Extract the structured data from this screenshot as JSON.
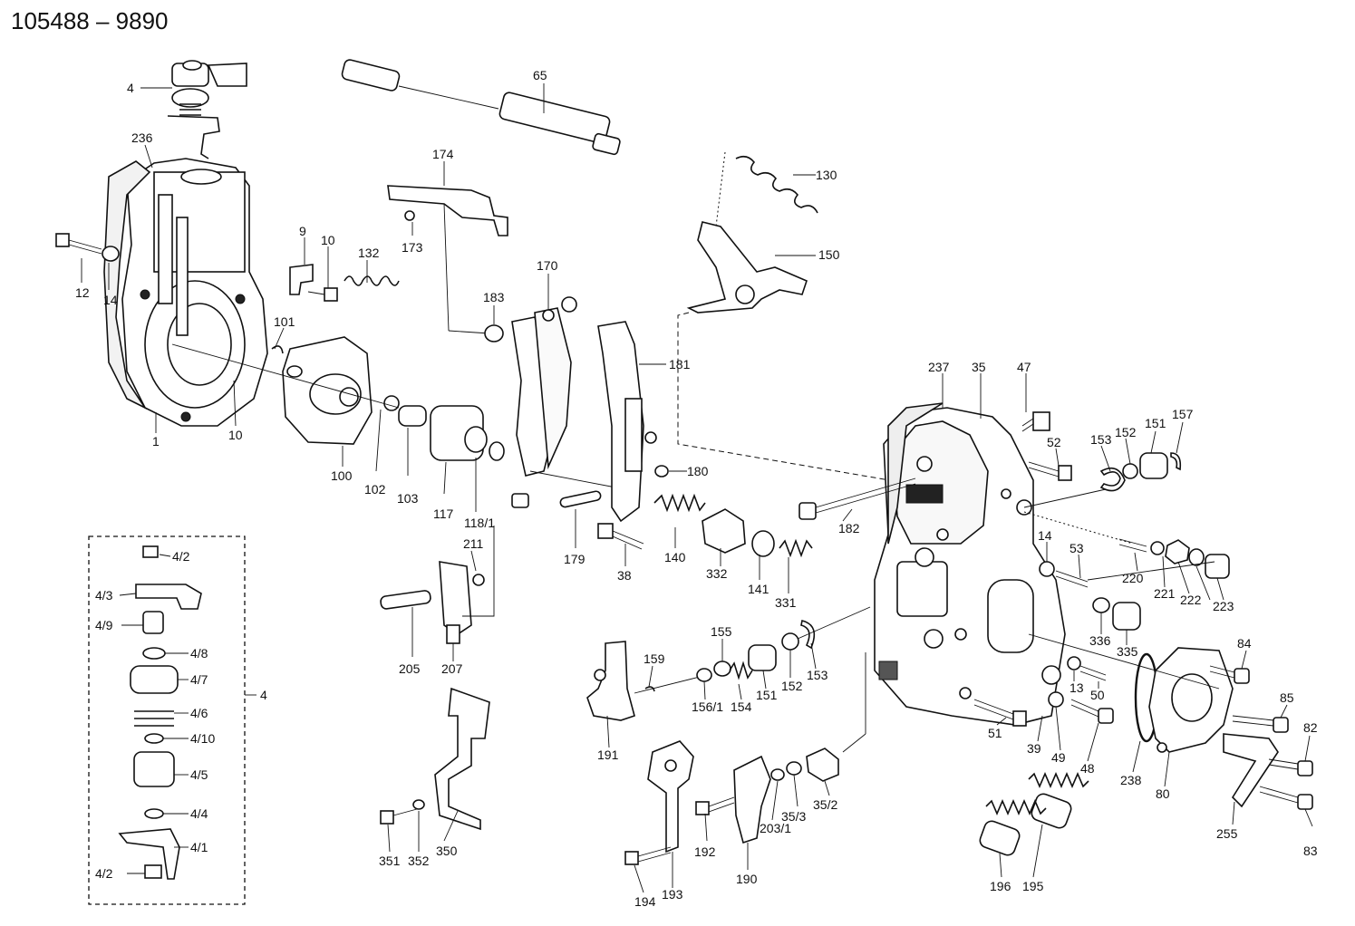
{
  "title": "105488 – 9890",
  "labels": {
    "p4": "4",
    "p236": "236",
    "p12": "12",
    "p14a": "14",
    "p1": "1",
    "p9": "9",
    "p10a": "10",
    "p10b": "10",
    "p132": "132",
    "p101": "101",
    "p100": "100",
    "p102": "102",
    "p103": "103",
    "p117": "117",
    "p118_1": "118/1",
    "p65": "65",
    "p174": "174",
    "p173": "173",
    "p183": "183",
    "p170": "170",
    "p130": "130",
    "p150": "150",
    "p181": "181",
    "p180": "180",
    "p179": "179",
    "p38": "38",
    "p140": "140",
    "p332": "332",
    "p141": "141",
    "p331": "331",
    "p211": "211",
    "p205": "205",
    "p207": "207",
    "p237": "237",
    "p35": "35",
    "p47": "47",
    "p52": "52",
    "p153a": "153",
    "p152a": "152",
    "p151a": "151",
    "p157": "157",
    "p182": "182",
    "p14b": "14",
    "p53": "53",
    "p220": "220",
    "p221": "221",
    "p222": "222",
    "p223": "223",
    "p336": "336",
    "p335": "335",
    "p155": "155",
    "p159": "159",
    "p156_1": "156/1",
    "p154": "154",
    "p151b": "151",
    "p152b": "152",
    "p153b": "153",
    "p191": "191",
    "p84": "84",
    "p13": "13",
    "p50": "50",
    "p85": "85",
    "p82": "82",
    "p51": "51",
    "p39": "39",
    "p49": "49",
    "p48": "48",
    "p238": "238",
    "p80": "80",
    "p255": "255",
    "p83": "83",
    "p35_2": "35/2",
    "p35_3": "35/3",
    "p203_1": "203/1",
    "p192": "192",
    "p190": "190",
    "p193": "193",
    "p194": "194",
    "p196": "196",
    "p195": "195",
    "p351": "351",
    "p352": "352",
    "p350": "350",
    "i4_2a": "4/2",
    "i4_3": "4/3",
    "i4_9": "4/9",
    "i4_8": "4/8",
    "i4_7": "4/7",
    "i4_6": "4/6",
    "i4_10": "4/10",
    "i4_5": "4/5",
    "i4_4": "4/4",
    "i4_1": "4/1",
    "i4_2b": "4/2",
    "i4": "4"
  }
}
